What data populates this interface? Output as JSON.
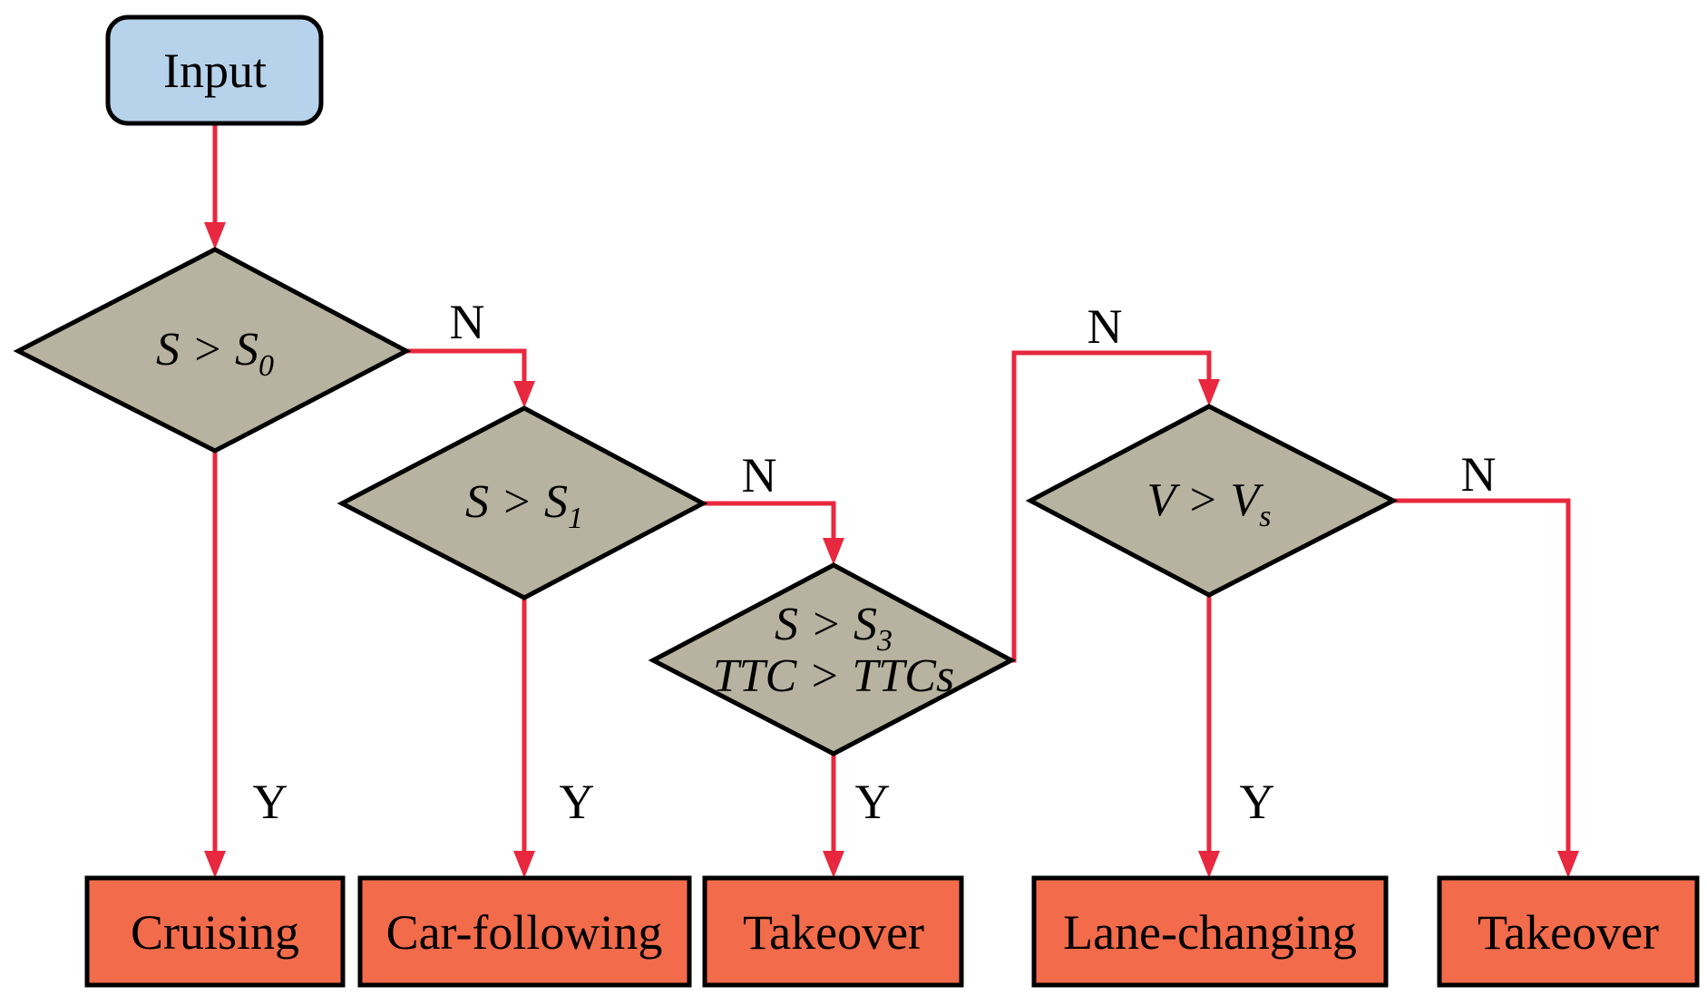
{
  "colors": {
    "input_fill": "#b7d2eb",
    "decision_fill": "#b8b3a0",
    "outcome_fill": "#f26b4b",
    "arrow": "#e8283e"
  },
  "nodes": {
    "input": "Input",
    "d1": {
      "main": "S > S",
      "sub": "0"
    },
    "d2": {
      "main": "S > S",
      "sub": "1"
    },
    "d3": {
      "line1_main": "S > S",
      "line1_sub": "3",
      "line2": "TTC > TTCs"
    },
    "d4": {
      "main": "V > V",
      "sub": "s"
    },
    "outcomes": [
      "Cruising",
      "Car-following",
      "Takeover",
      "Lane-changing",
      "Takeover"
    ]
  },
  "edge_labels": {
    "n1": "N",
    "n2": "N",
    "n3": "N",
    "n4": "N",
    "y1": "Y",
    "y2": "Y",
    "y3": "Y",
    "y4": "Y"
  }
}
